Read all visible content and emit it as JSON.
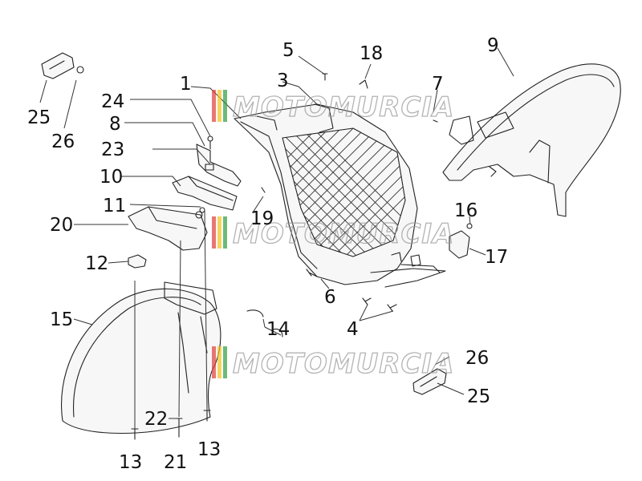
{
  "diagram": {
    "callouts": [
      {
        "id": "c1",
        "label": "1"
      },
      {
        "id": "c3",
        "label": "3"
      },
      {
        "id": "c5",
        "label": "5"
      },
      {
        "id": "c18",
        "label": "18"
      },
      {
        "id": "c7",
        "label": "7"
      },
      {
        "id": "c9",
        "label": "9"
      },
      {
        "id": "c25a",
        "label": "25"
      },
      {
        "id": "c26a",
        "label": "26"
      },
      {
        "id": "c24",
        "label": "24"
      },
      {
        "id": "c8",
        "label": "8"
      },
      {
        "id": "c23",
        "label": "23"
      },
      {
        "id": "c10",
        "label": "10"
      },
      {
        "id": "c11",
        "label": "11"
      },
      {
        "id": "c19",
        "label": "19"
      },
      {
        "id": "c20",
        "label": "20"
      },
      {
        "id": "c12",
        "label": "12"
      },
      {
        "id": "c16",
        "label": "16"
      },
      {
        "id": "c17",
        "label": "17"
      },
      {
        "id": "c6",
        "label": "6"
      },
      {
        "id": "c4",
        "label": "4"
      },
      {
        "id": "c15",
        "label": "15"
      },
      {
        "id": "c14",
        "label": "14"
      },
      {
        "id": "c26b",
        "label": "26"
      },
      {
        "id": "c25b",
        "label": "25"
      },
      {
        "id": "c22",
        "label": "22"
      },
      {
        "id": "c13a",
        "label": "13"
      },
      {
        "id": "c21",
        "label": "21"
      },
      {
        "id": "c13b",
        "label": "13"
      }
    ]
  },
  "watermark": {
    "text": "MOTOMURCIA",
    "stripe_colors": [
      "#e23b3b",
      "#f2c21b",
      "#2f9d3f"
    ]
  }
}
